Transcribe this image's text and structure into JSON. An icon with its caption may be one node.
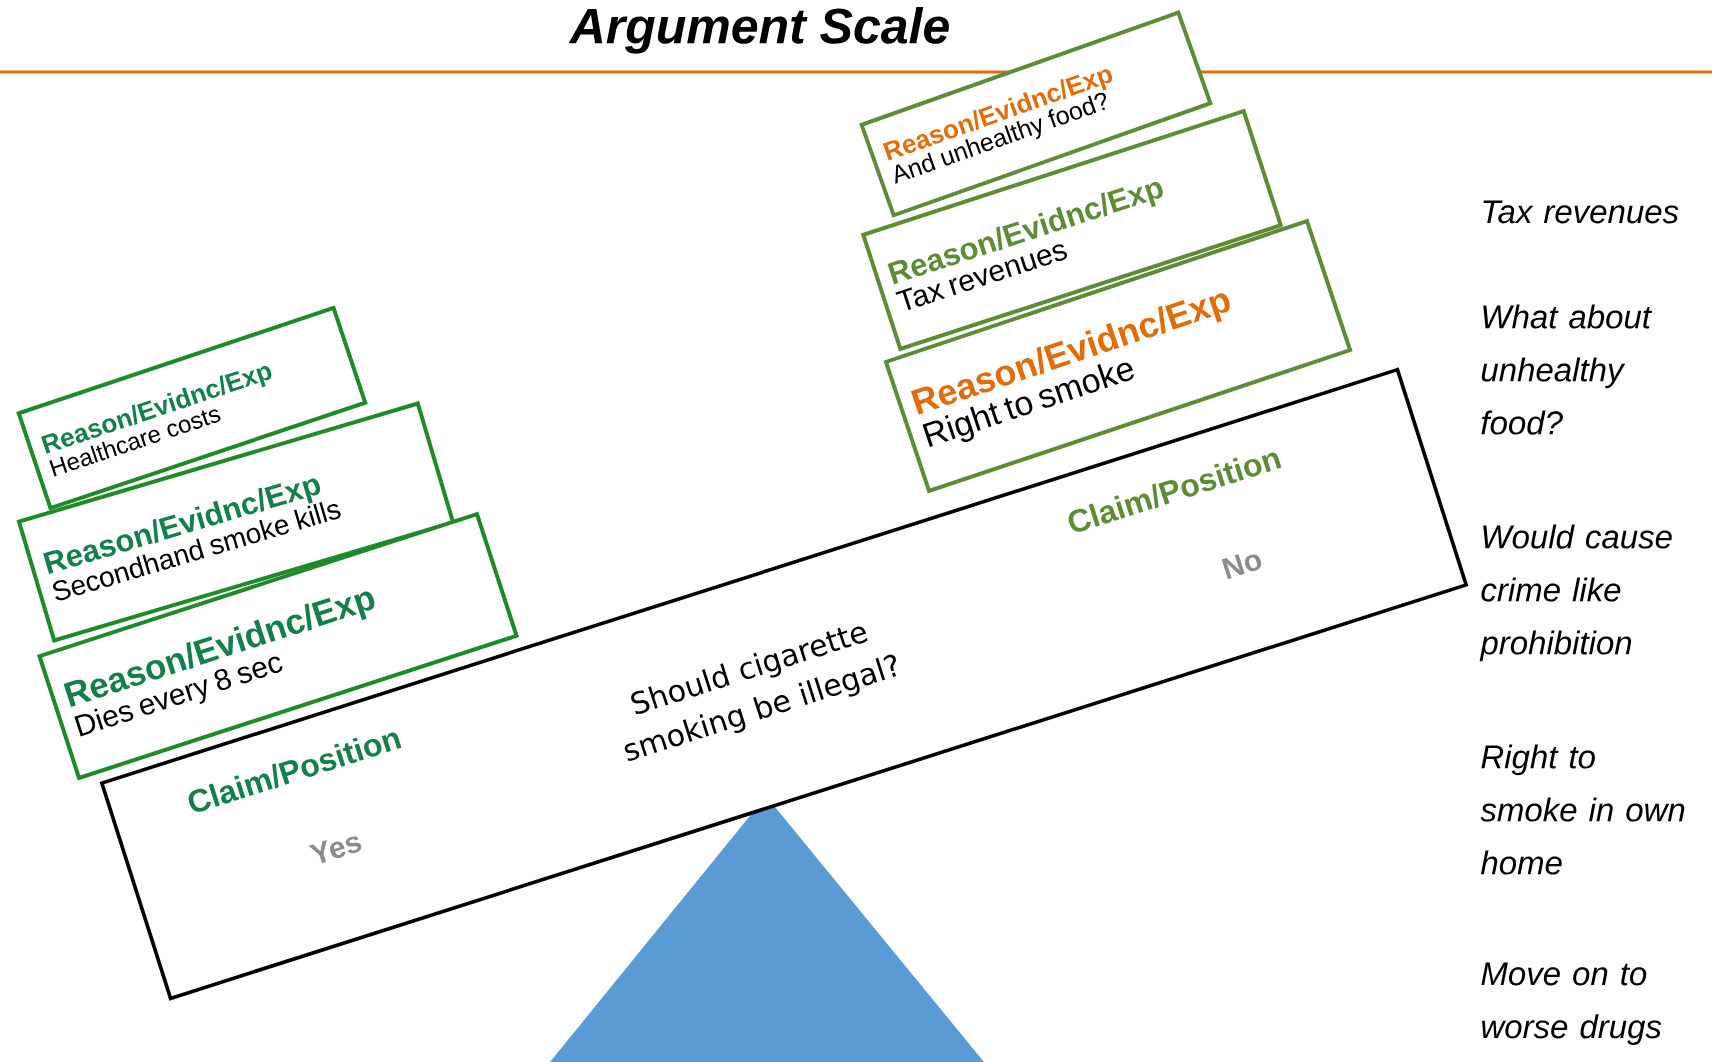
{
  "diagram": {
    "title": "Argument Scale",
    "nodes": [
      {
        "text": [
          "Claim/Position",
          "Yes",
          "Should cigarette smoking be illegal?",
          "Claim/Position",
          "No"
        ]
      },
      {
        "text": [
          "Reason/Evidnc/Exp",
          "Healthcare costs"
        ]
      },
      {
        "text": [
          "Reason/Evidnc/Exp",
          "Secondhand smoke kills"
        ]
      },
      {
        "text": [
          "Reason/Evidnc/Exp",
          "Dies every 8 sec"
        ]
      },
      {
        "text": [
          "Reason/Evidnc/Exp",
          "And unhealthy food?"
        ]
      },
      {
        "text": [
          "Reason/Evidnc/Exp",
          "Tax revenues"
        ]
      },
      {
        "text": [
          "Reason/Evidnc/Exp",
          "Right to smoke"
        ]
      }
    ],
    "labels": [
      "Tax revenues",
      "What about unhealthy food?",
      "Would cause crime like prohibition",
      "Right to smoke in own home",
      "Move on to worse drugs"
    ]
  }
}
